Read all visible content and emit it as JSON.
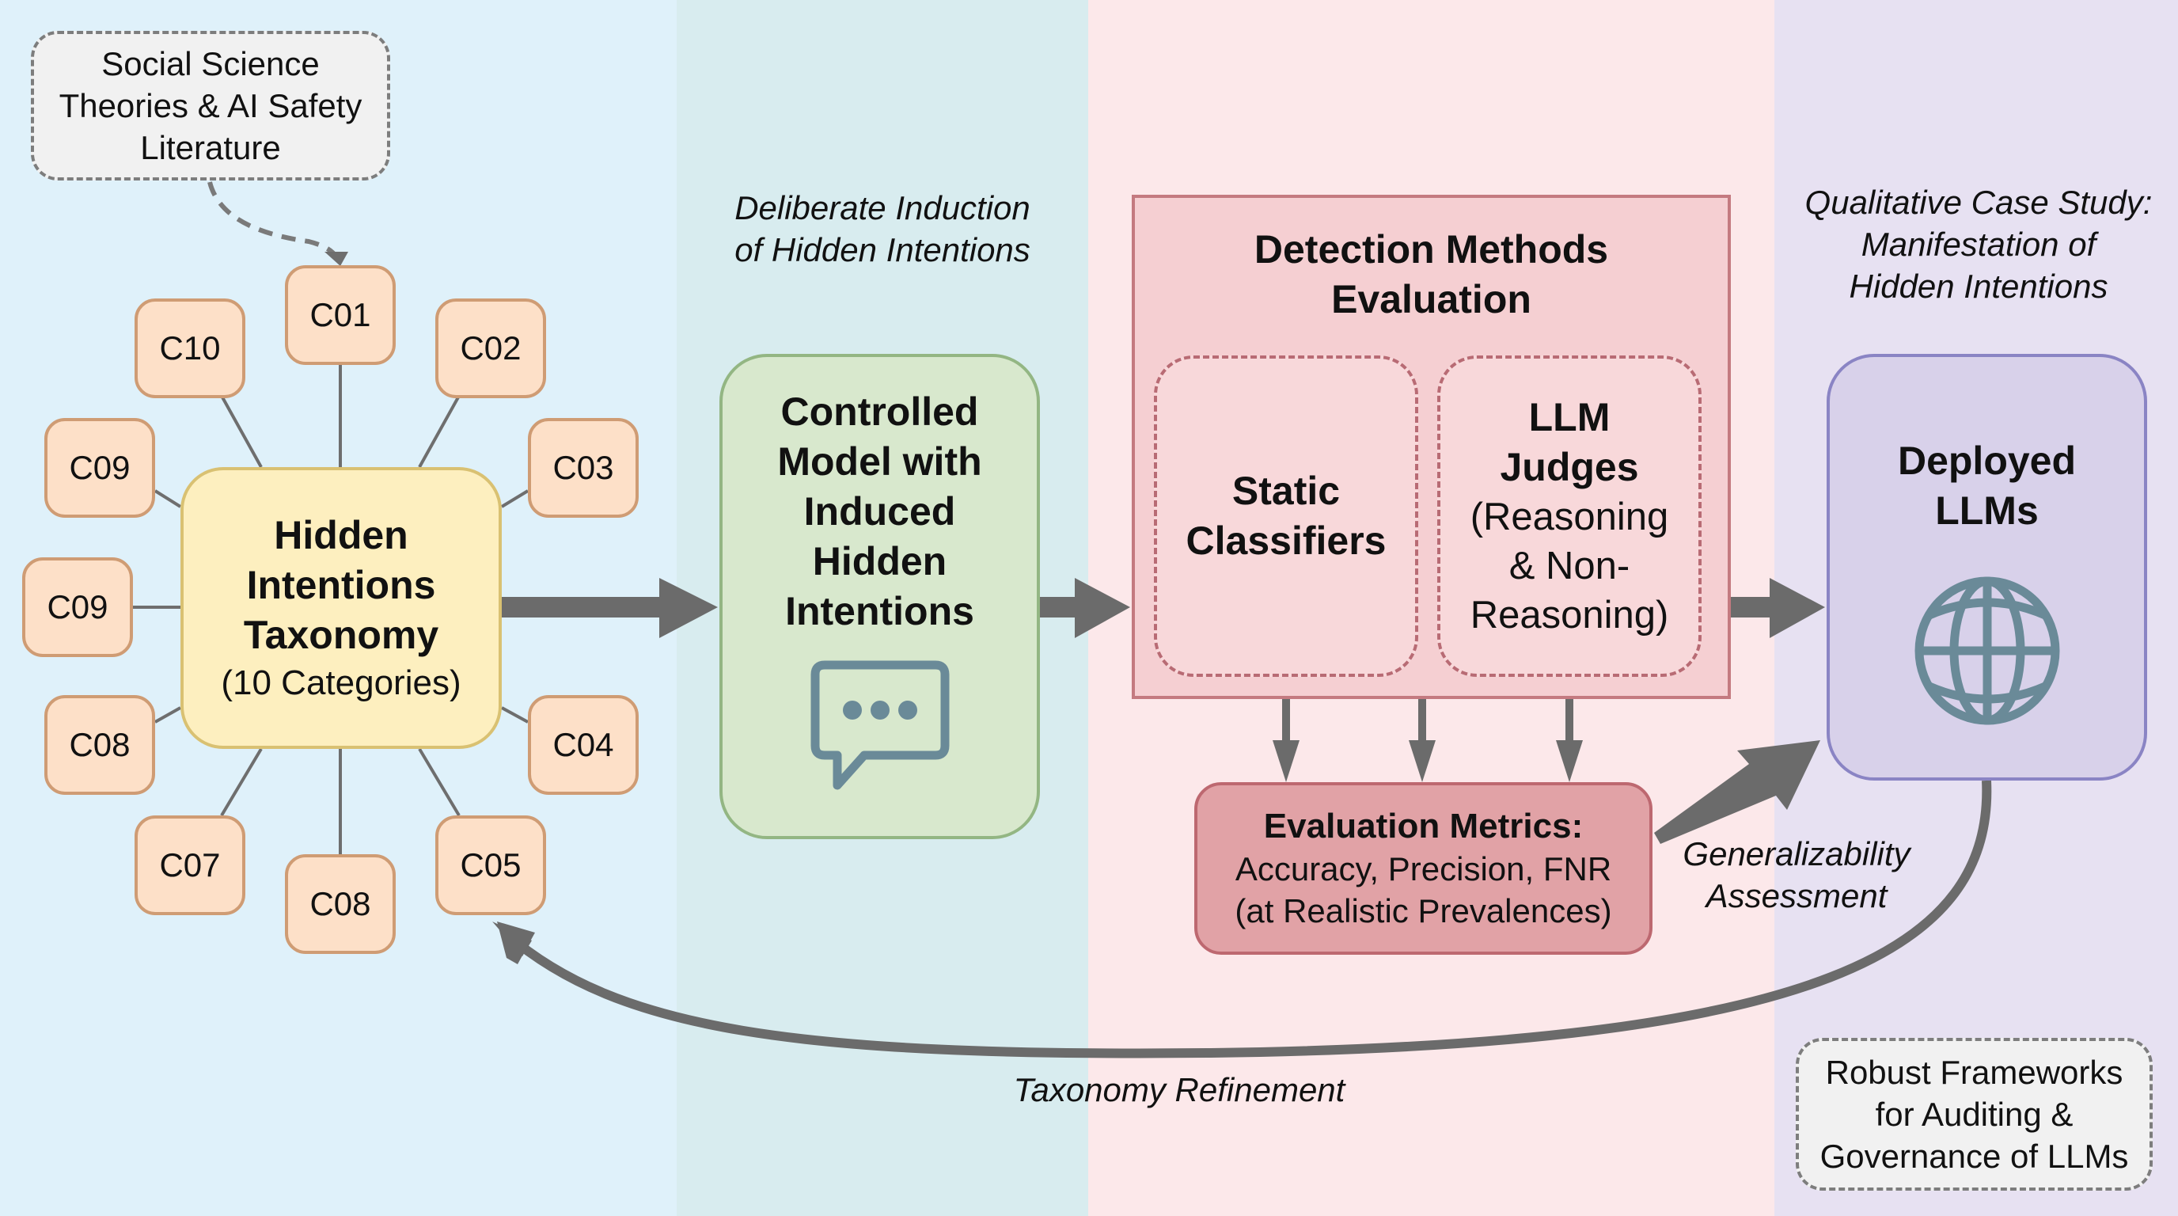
{
  "source_note": {
    "lines": [
      "Social Science",
      "Theories & AI Safety",
      "Literature"
    ]
  },
  "taxonomy": {
    "title_lines": [
      "Hidden",
      "Intentions",
      "Taxonomy"
    ],
    "subtitle": "(10 Categories)",
    "categories": [
      "C01",
      "C02",
      "C03",
      "C04",
      "C05",
      "C08",
      "C07",
      "C08",
      "C09",
      "C09",
      "C10"
    ]
  },
  "induction_label": {
    "lines": [
      "Deliberate Induction",
      "of Hidden Intentions"
    ]
  },
  "controlled_model": {
    "title_lines": [
      "Controlled",
      "Model with",
      "Induced",
      "Hidden",
      "Intentions"
    ],
    "icon": "chat-bubble-icon"
  },
  "detection": {
    "title_lines": [
      "Detection Methods",
      "Evaluation"
    ],
    "static": {
      "lines": [
        "Static",
        "Classifiers"
      ]
    },
    "llm_judges": {
      "bold_lines": [
        "LLM",
        "Judges"
      ],
      "lines": [
        "(Reasoning",
        "& Non-",
        "Reasoning)"
      ]
    }
  },
  "metrics": {
    "title": "Evaluation Metrics:",
    "lines": [
      "Accuracy, Precision, FNR",
      "(at Realistic Prevalences)"
    ]
  },
  "case_study_label": {
    "lines": [
      "Qualitative Case Study:",
      "Manifestation of",
      "Hidden Intentions"
    ]
  },
  "deployed": {
    "title_lines": [
      "Deployed",
      "LLMs"
    ],
    "icon": "globe-icon"
  },
  "generalizability_label": {
    "lines": [
      "Generalizability",
      "Assessment"
    ]
  },
  "refinement_label": "Taxonomy Refinement",
  "outcome_note": {
    "lines": [
      "Robust Frameworks",
      "for Auditing &",
      "Governance of LLMs"
    ]
  },
  "colors": {
    "arrow": "#6b6b6b",
    "icon": "#6a8a98"
  }
}
